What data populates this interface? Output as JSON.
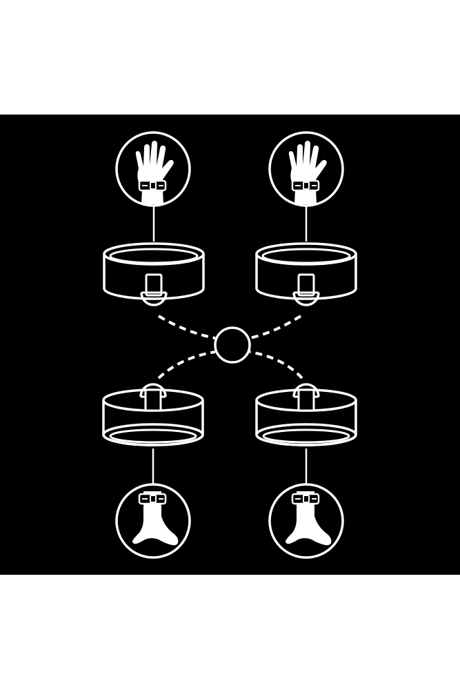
{
  "colors": {
    "page_background": "#ffffff",
    "panel_background": "#000000",
    "line": "#ffffff"
  },
  "illustration": {
    "subject": "cuff-restraint-set",
    "icons": [
      "hand-cuff-icon",
      "hand-cuff-icon",
      "ankle-cuff-icon",
      "ankle-cuff-icon"
    ],
    "parts": [
      "wrist-cuff",
      "wrist-cuff",
      "ankle-cuff",
      "ankle-cuff",
      "center-connector-ring",
      "detachable-chain-link"
    ]
  }
}
